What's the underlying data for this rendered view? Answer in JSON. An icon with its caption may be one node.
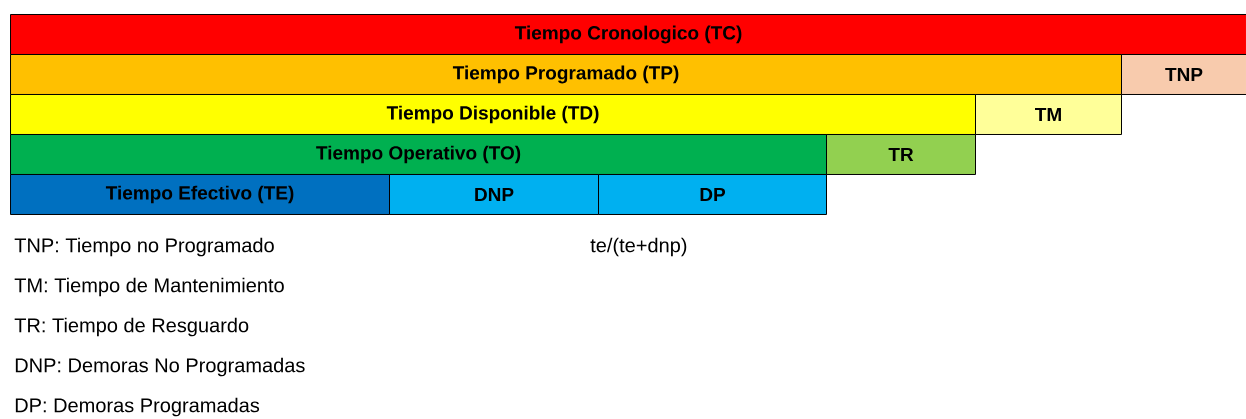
{
  "diagram": {
    "nodes": [
      {
        "text": [
          "Tiempo Cronologico (TC)"
        ]
      },
      {
        "text": [
          "Tiempo Programado (TP)"
        ]
      },
      {
        "text": [
          "TNP"
        ]
      },
      {
        "text": [
          "Tiempo Disponible (TD)"
        ]
      },
      {
        "text": [
          "TM"
        ]
      },
      {
        "text": [
          "Tiempo Operativo (TO)"
        ]
      },
      {
        "text": [
          "TR"
        ]
      },
      {
        "text": [
          "Tiempo Efectivo (TE)"
        ]
      },
      {
        "text": [
          "DNP"
        ]
      },
      {
        "text": [
          "DP"
        ]
      }
    ],
    "labels": [
      "TNP: Tiempo no Programado",
      "te/(te+dnp)",
      "TM: Tiempo de Mantenimiento",
      "TR: Tiempo de Resguardo",
      "DNP: Demoras No Programadas",
      "DP: Demoras Programadas"
    ]
  }
}
